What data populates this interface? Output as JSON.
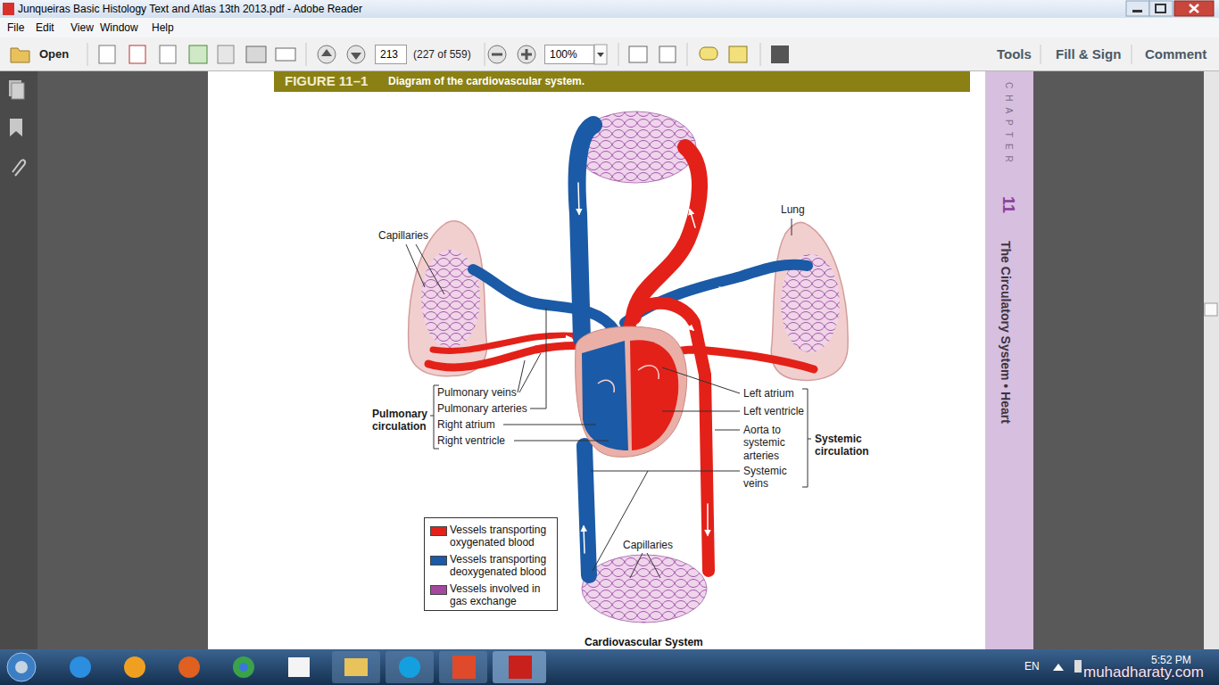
{
  "diagram": {
    "caption": "Cardiovascular System",
    "nodes": [
      {
        "text": [
          "Junqueiras Basic Histology Text and Atlas 13th 2013.pdf - Adobe Reader"
        ]
      },
      {
        "text": [
          "File",
          "Edit",
          "View",
          "Window",
          "Help"
        ]
      },
      {
        "text": [
          "Open",
          "(227 of 559)",
          "Tools",
          "Fill & Sign",
          "Comment"
        ]
      },
      {
        "text": [
          "213"
        ],
        "in": 2
      },
      {
        "text": [
          "100%"
        ],
        "in": 2
      },
      {
        "text": [
          "FIGURE 11–1",
          "Diagram of the cardiovascular system."
        ]
      },
      {
        "text": [
          "CHAPTER",
          "11",
          "The Circulatory System • Heart"
        ]
      },
      {
        "text": [
          "EN",
          "5:52 PM"
        ]
      }
    ],
    "labels": [
      "Capillaries",
      "Lung",
      "Pulmonary veins",
      "Pulmonary arteries",
      "Right atrium",
      "Right ventricle",
      "Pulmonary circulation",
      "Left atrium",
      "Left ventricle",
      "Aorta to systemic arteries",
      "Systemic veins",
      "Systemic circulation",
      "Capillaries",
      "muhadharaty.com"
    ],
    "legend": [
      {
        "text": "Vessels transporting oxygenated blood",
        "color": "#e32119"
      },
      {
        "text": "Vessels transporting deoxygenated blood",
        "color": "#1b5aa6"
      },
      {
        "text": "Vessels involved in gas exchange",
        "color": "#a6479e"
      }
    ]
  }
}
